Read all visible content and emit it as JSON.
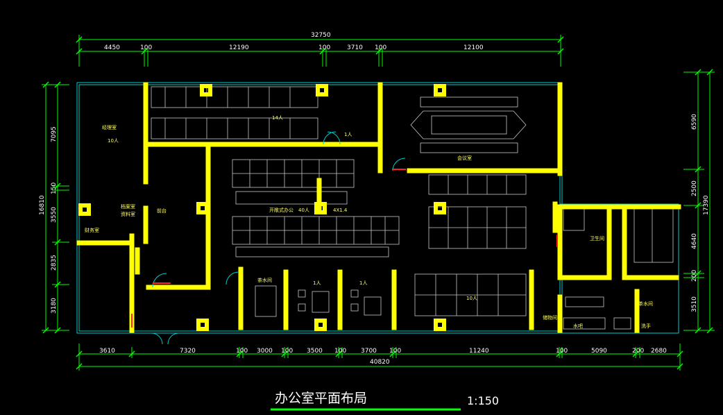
{
  "drawing": {
    "title": "办公室平面布局",
    "scale": "1:150",
    "colors": {
      "background": "#000000",
      "wall": "#ffff00",
      "dimension": "#00ff00",
      "outline": "#00cccc",
      "furniture": "#c8c8c8",
      "door": "#ff2020",
      "text": "#ffffff"
    }
  },
  "dimensions": {
    "top_total": "32750",
    "top_segments": [
      "4450",
      "100",
      "12190",
      "100",
      "3710",
      "100",
      "12100"
    ],
    "bottom_total": "40820",
    "bottom_segments": [
      "3610",
      "7320",
      "100",
      "3000",
      "100",
      "3500",
      "100",
      "3700",
      "100",
      "11240",
      "100",
      "5090",
      "200",
      "2680"
    ],
    "left_total": "16810",
    "left_segments": [
      "7095",
      "150",
      "3550",
      "2835",
      "3180"
    ],
    "right_total": "17390",
    "right_segments": [
      "6590",
      "2500",
      "4640",
      "200",
      "3510"
    ]
  },
  "rooms": {
    "manager": "经理室",
    "manager_count": "10人",
    "reception": "前台",
    "finance": "财务室",
    "archive_1": "档案室",
    "archive_2": "资料室",
    "open_office": "开敞式办公",
    "open_office_count": "40人",
    "open_office_size": "4X1.4",
    "cluster_14": "14人",
    "one_person_1": "1人",
    "meeting": "会议室",
    "tea": "茶水间",
    "one_person_2": "1人",
    "one_person_3": "1人",
    "cluster_10": "10人",
    "storage": "储物间",
    "pantry": "茶水间",
    "restroom": "卫生间",
    "water": "水吧",
    "wash": "洗手"
  }
}
